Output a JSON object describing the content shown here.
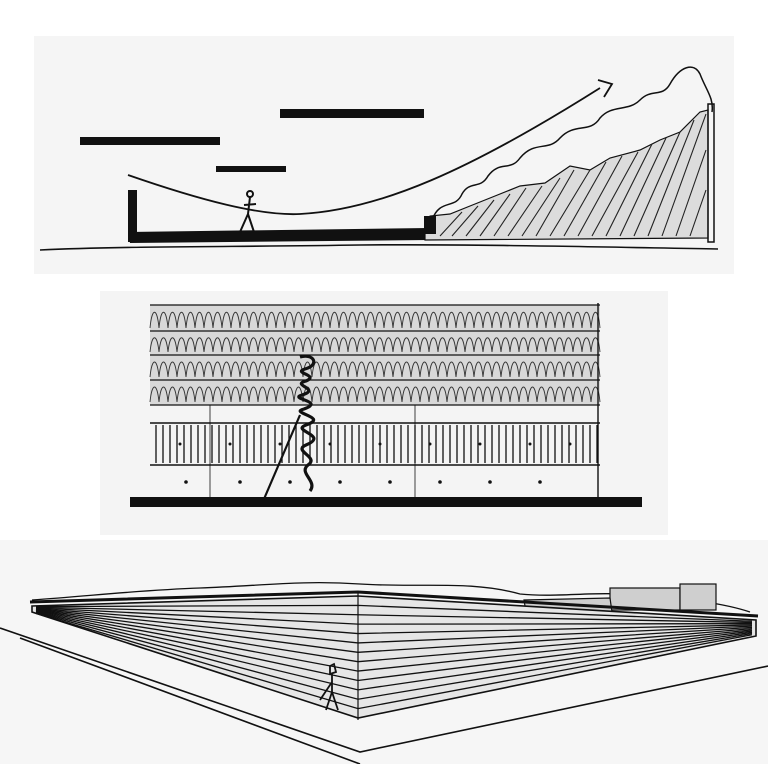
{
  "sheet": {
    "paper_color": "#ffffff",
    "ink_color": "#111111",
    "panel_tint": "#f4f4f4"
  },
  "panels": [
    {
      "id": "section-sketch",
      "label": ""
    },
    {
      "id": "elevation-sketch",
      "label": ""
    },
    {
      "id": "perspective-sketch",
      "label": ""
    }
  ]
}
